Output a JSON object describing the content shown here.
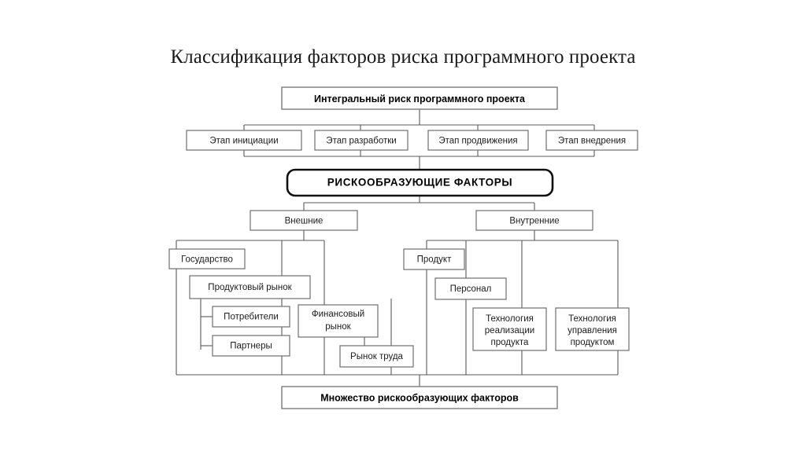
{
  "page": {
    "title": "Классификация факторов риска программного проекта",
    "background_color": "#ffffff",
    "line_color": "#58595b",
    "box_border_color": "#6d6e71",
    "emphasis_border_color": "#111111",
    "text_color": "#1c1c1c"
  },
  "diagram": {
    "type": "hierarchy-tree",
    "root": {
      "label": "Интегральный риск программного проекта",
      "style": "bold"
    },
    "stages": [
      {
        "label": "Этап инициации"
      },
      {
        "label": "Этап разработки"
      },
      {
        "label": "Этап продвижения"
      },
      {
        "label": "Этап внедрения"
      }
    ],
    "hub": {
      "label": "РИСКООБРАЗУЮЩИЕ ФАКТОРЫ",
      "style": "rounded-bold-caps"
    },
    "branches": [
      {
        "label": "Внешние",
        "children": [
          {
            "label": "Государство"
          },
          {
            "label": "Продуктовый рынок",
            "children": [
              {
                "label": "Потребители"
              },
              {
                "label": "Партнеры"
              }
            ]
          },
          {
            "label_line1": "Финансовый",
            "label_line2": "рынок",
            "children": [
              {
                "label": "Рынок труда"
              }
            ]
          }
        ]
      },
      {
        "label": "Внутренние",
        "children": [
          {
            "label": "Продукт"
          },
          {
            "label": "Персонал"
          },
          {
            "label_line1": "Технология",
            "label_line2": "реализации",
            "label_line3": "продукта"
          },
          {
            "label_line1": "Технология",
            "label_line2": "управления",
            "label_line3": "продуктом"
          }
        ]
      }
    ],
    "footer": {
      "label": "Множество рискообразующих факторов",
      "style": "bold"
    }
  }
}
